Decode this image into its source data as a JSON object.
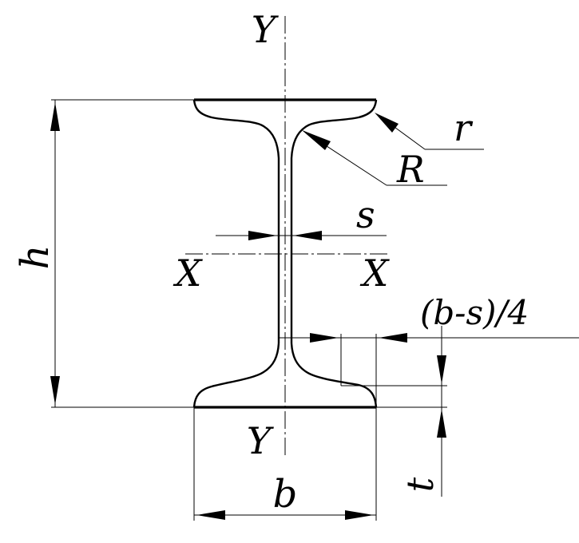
{
  "labels": {
    "y_top": "Y",
    "y_bottom": "Y",
    "x_left": "X",
    "x_right": "X",
    "h": "h",
    "b": "b",
    "s": "s",
    "t": "t",
    "r": "r",
    "R": "R",
    "b_minus_s_over_4": "(b-s)/4"
  }
}
